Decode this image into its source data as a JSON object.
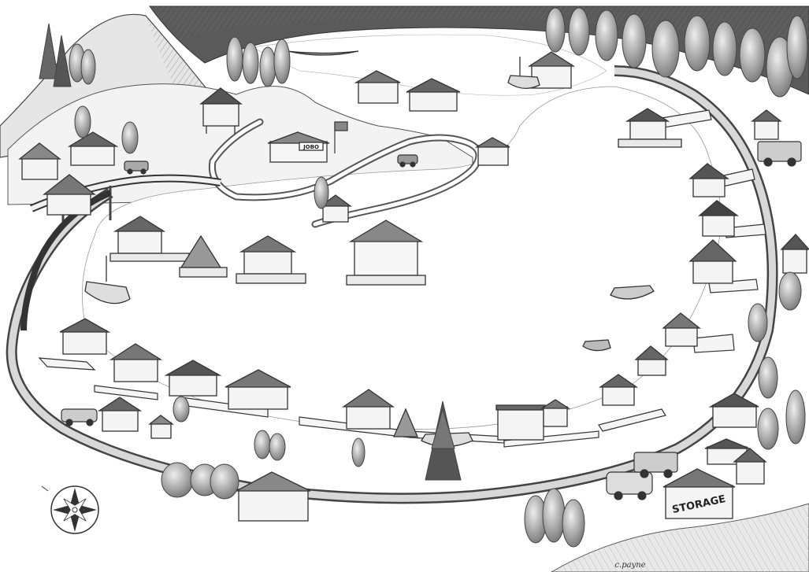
{
  "scene": {
    "style": "pencil sketch",
    "subject": "floating home marina"
  },
  "labels": {
    "storage_sign": "STORAGE",
    "small_shop_sign": "JOBO",
    "signature": "c.payne"
  },
  "legend": {
    "compass": "compass-rose-icon"
  },
  "colors": {
    "paper": "#ffffff",
    "pencil": "#2b2b2b",
    "shade": "#8a8a8a",
    "light": "#d9d9d9",
    "dark": "#4a4a4a"
  }
}
